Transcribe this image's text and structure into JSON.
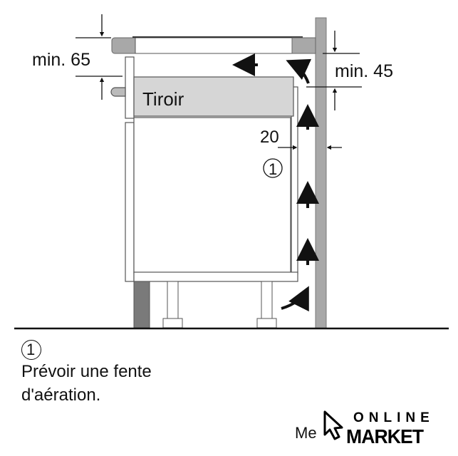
{
  "diagram": {
    "dim_top_left": "min. 65",
    "dim_top_right": "min. 45",
    "dim_gap": "20",
    "drawer_label": "Tiroir",
    "callout": "1"
  },
  "note": {
    "number": "1",
    "line1": "Prévoir une fente",
    "line2": "d'aération."
  },
  "watermark": {
    "partial_text": "Me",
    "logo_top": "ONLINE",
    "logo_bottom": "MARKET"
  },
  "colors": {
    "panel_gray": "#d6d6d6",
    "wall": "#a8a8a8",
    "plinth": "#7a7a7a",
    "line": "#111111"
  }
}
